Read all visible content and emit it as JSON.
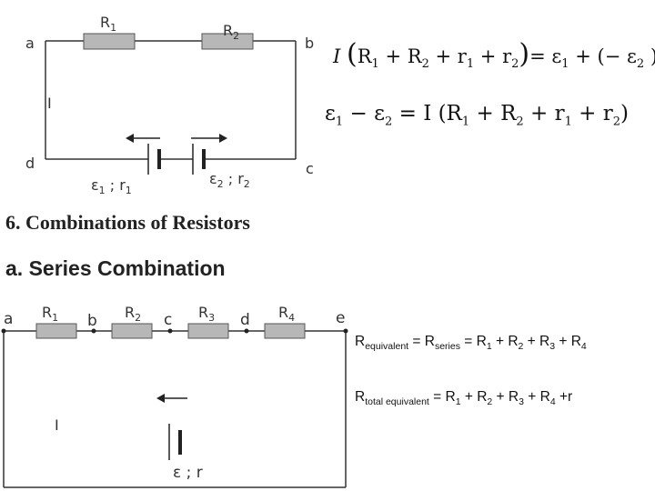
{
  "circuit1": {
    "nodes": {
      "a": "a",
      "b": "b",
      "c": "c",
      "d": "d"
    },
    "current": "I",
    "r1_sym": "R",
    "r1_sub": "1",
    "r2_sym": "R",
    "r2_sub": "2",
    "src1": {
      "emf": "ε",
      "emf_sub": "1",
      "sep": " ; r",
      "r_sub": "1"
    },
    "src2": {
      "emf": "ε",
      "emf_sub": "2",
      "sep": " ; r",
      "r_sub": "2"
    }
  },
  "equations": {
    "eq1": {
      "I": "I",
      "open": "(",
      "R": "R",
      "s1": "1",
      "plus1": " + ",
      "R2": "R",
      "s2": "2",
      "plus2": " + ",
      "r": "r",
      "s3": "1",
      "plus3": " + ",
      "r2": "r",
      "s4": "2",
      "close": ")",
      "eqsign": "= ",
      "e": "ε",
      "s5": "1",
      "tail": " + (− ε",
      "s6": "2",
      "end": " )"
    },
    "eq2": {
      "e1": "ε",
      "s1": "1",
      "minus": " − ε",
      "s2": "2",
      "mid": "  = I (R",
      "s3": "1",
      "p1": " + R",
      "s4": "2",
      "p2": " + r",
      "s5": "1",
      "p3": " + r",
      "s6": "2",
      "end": ")"
    }
  },
  "headings": {
    "section": "6. Combinations of Resistors",
    "subsection": "a. Series Combination"
  },
  "circuit2": {
    "nodes": {
      "a": "a",
      "b": "b",
      "c": "c",
      "d": "d",
      "e": "e"
    },
    "resistors": [
      {
        "sym": "R",
        "sub": "1"
      },
      {
        "sym": "R",
        "sub": "2"
      },
      {
        "sym": "R",
        "sub": "3"
      },
      {
        "sym": "R",
        "sub": "4"
      }
    ],
    "current": "I",
    "source": "ε ; r"
  },
  "formulas": {
    "f1": {
      "R": "R",
      "sub1": "equivalent",
      "eq": " = R",
      "sub2": "series",
      "rest": " = R",
      "s1": "1",
      "p1": " + R",
      "s2": "2",
      "p2": " + R",
      "s3": "3",
      "p3": " + R",
      "s4": "4"
    },
    "f2": {
      "R": "R",
      "sub1": "total equivalent",
      "rest": " = R",
      "s1": "1",
      "p1": " + R",
      "s2": "2",
      "p2": " + R",
      "s3": "3",
      "p3": " + R",
      "s4": "4",
      "end": " +r"
    }
  }
}
